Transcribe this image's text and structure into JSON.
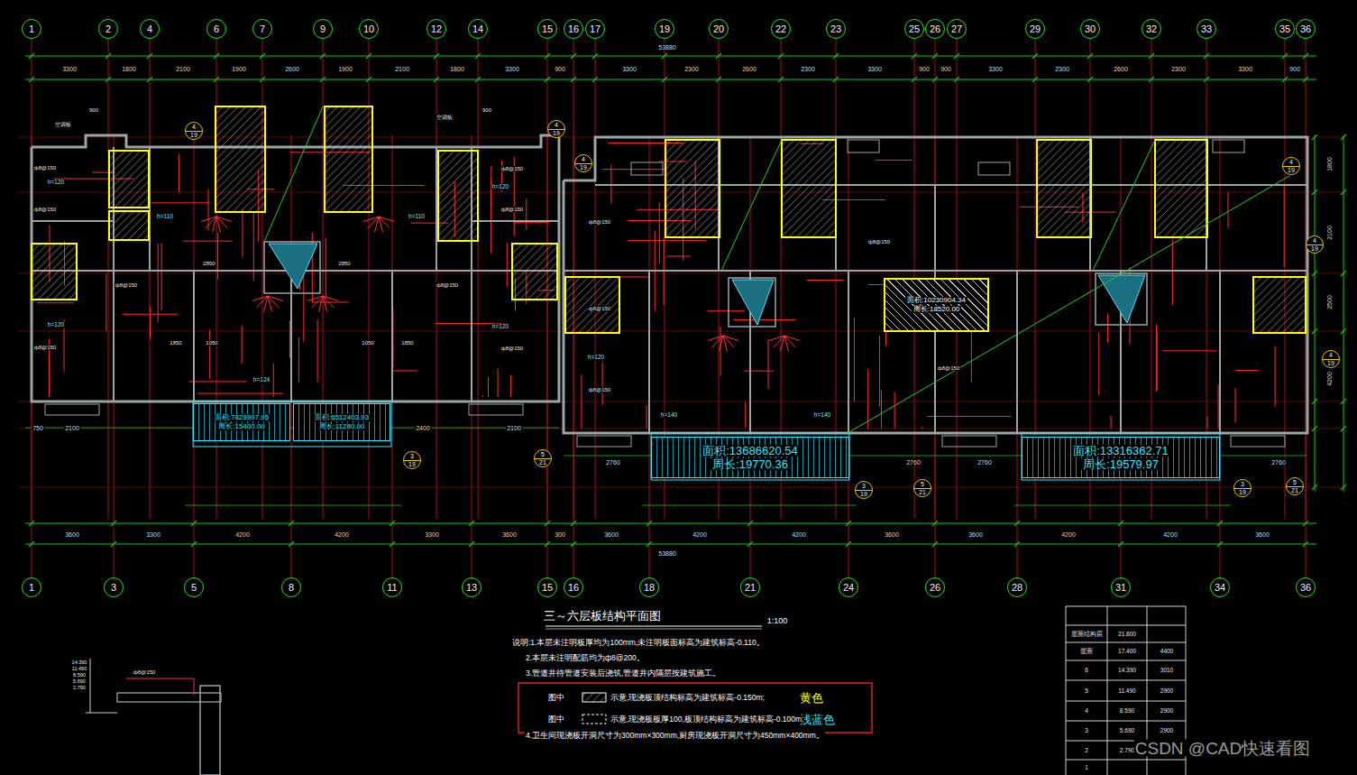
{
  "diagram": {
    "title": "三～六层板结构平面图",
    "nodes": [
      {
        "text": [
          "1"
        ]
      },
      {
        "text": [
          "2"
        ]
      },
      {
        "text": [
          "4"
        ]
      },
      {
        "text": [
          "6"
        ]
      },
      {
        "text": [
          "7"
        ]
      },
      {
        "text": [
          "9"
        ]
      },
      {
        "text": [
          "10"
        ]
      },
      {
        "text": [
          "12"
        ]
      },
      {
        "text": [
          "14"
        ]
      },
      {
        "text": [
          "15"
        ]
      },
      {
        "text": [
          "16"
        ]
      },
      {
        "text": [
          "17"
        ]
      },
      {
        "text": [
          "19"
        ]
      },
      {
        "text": [
          "20"
        ]
      },
      {
        "text": [
          "22"
        ]
      },
      {
        "text": [
          "23"
        ]
      },
      {
        "text": [
          "25"
        ]
      },
      {
        "text": [
          "26"
        ]
      },
      {
        "text": [
          "27"
        ]
      },
      {
        "text": [
          "29"
        ]
      },
      {
        "text": [
          "30"
        ]
      },
      {
        "text": [
          "32"
        ]
      },
      {
        "text": [
          "33"
        ]
      },
      {
        "text": [
          "35"
        ]
      },
      {
        "text": [
          "36"
        ]
      },
      {
        "text": [
          "4",
          "19"
        ]
      },
      {
        "text": [
          "4",
          "19"
        ]
      },
      {
        "text": [
          "4",
          "19"
        ]
      },
      {
        "text": [
          "4",
          "19"
        ]
      },
      {
        "text": [
          "4",
          "19"
        ]
      },
      {
        "text": [
          "4",
          "19"
        ]
      },
      {
        "text": [
          "3",
          "19"
        ]
      },
      {
        "text": [
          "5",
          "21"
        ]
      },
      {
        "text": [
          "3",
          "19"
        ]
      },
      {
        "text": [
          "5",
          "21"
        ]
      },
      {
        "text": [
          "3",
          "19"
        ]
      },
      {
        "text": [
          "5",
          "21"
        ]
      },
      {
        "text": [
          "面积:7829997.95",
          "周长:15400.00"
        ]
      },
      {
        "text": [
          "面积:6512403.93",
          "周长:11280.00"
        ]
      },
      {
        "text": [
          "面积:10230904.34",
          "周长:18520.00"
        ]
      },
      {
        "text": [
          "面积:13686620.54",
          "周长:19770.36"
        ]
      },
      {
        "text": [
          "面积:13316362.71",
          "周长:19579.97"
        ]
      },
      {
        "text": [
          "1"
        ]
      },
      {
        "text": [
          "3"
        ]
      },
      {
        "text": [
          "5"
        ]
      },
      {
        "text": [
          "8"
        ]
      },
      {
        "text": [
          "11"
        ]
      },
      {
        "text": [
          "13"
        ]
      },
      {
        "text": [
          "15"
        ]
      },
      {
        "text": [
          "16"
        ]
      },
      {
        "text": [
          "18"
        ]
      },
      {
        "text": [
          "21"
        ]
      },
      {
        "text": [
          "24"
        ]
      },
      {
        "text": [
          "26"
        ]
      },
      {
        "text": [
          "28"
        ]
      },
      {
        "text": [
          "31"
        ]
      },
      {
        "text": [
          "34"
        ]
      },
      {
        "text": [
          "36"
        ]
      }
    ],
    "labels": [
      "3300",
      "1800",
      "2100",
      "1900",
      "2600",
      "1900",
      "2100",
      "1800",
      "3300",
      "900",
      "3300",
      "2300",
      "2600",
      "2300",
      "3300",
      "900",
      "900",
      "3300",
      "2300",
      "2600",
      "2300",
      "3300",
      "900",
      "53880",
      "53880",
      "3600",
      "3300",
      "4200",
      "4200",
      "3300",
      "3600",
      "300",
      "3600",
      "4200",
      "4200",
      "3600",
      "3600",
      "4200",
      "4200",
      "3600",
      "750",
      "2100",
      "2400",
      "2100",
      "2760",
      "2760",
      "2760",
      "2760",
      "1800",
      "2100",
      "2500",
      "4200",
      "h=120",
      "h=110",
      "h=110",
      "h=120",
      "h=120",
      "h=120",
      "h=124",
      "h=120",
      "h=140",
      "h=140",
      "ф8@150",
      "ф8@150",
      "ф8@150",
      "ф8@150",
      "ф8@150",
      "ф8@150",
      "ф8@150",
      "ф8@150",
      "ф8@150",
      "ф8@150",
      "ф8@150",
      "ф8@150",
      "ф8@150",
      "1850",
      "1850",
      "1050",
      "1050",
      "2850",
      "2850",
      "空调板",
      "空调板",
      "900",
      "900",
      "1:100",
      "说明:1.本层未注明板厚均为100mm,未注明板面标高为建筑标高-0.110。",
      "2.本层未注明配筋均为ф8@200。",
      "3.管道井待管道安装后浇筑,管道井内隔层按建筑施工。",
      "4.卫生间现浇板开洞尺寸为300mm×300mm,厨房现浇板开洞尺寸为450mm×400mm。",
      "图中",
      "图中",
      "黄色",
      "浅蓝色",
      "屋面结构层",
      "21.800",
      "屋面",
      "17.400",
      "4400",
      "6",
      "14.390",
      "3010",
      "5",
      "11.490",
      "2900",
      "4",
      "8.590",
      "2900",
      "3",
      "5.690",
      "2900",
      "2",
      "2.790",
      "2900",
      "1",
      "14.390",
      "11.490",
      "8.590",
      "5.690",
      "2.790",
      "ф8@150",
      "CSDN @CAD快速看图"
    ],
    "legend": [
      {
        "text": "示意,现浇板顶结构标高为建筑标高-0.150m;"
      },
      {
        "text": "示意,现浇板板厚100,板顶结构标高为建筑标高-0.100m;"
      }
    ]
  }
}
